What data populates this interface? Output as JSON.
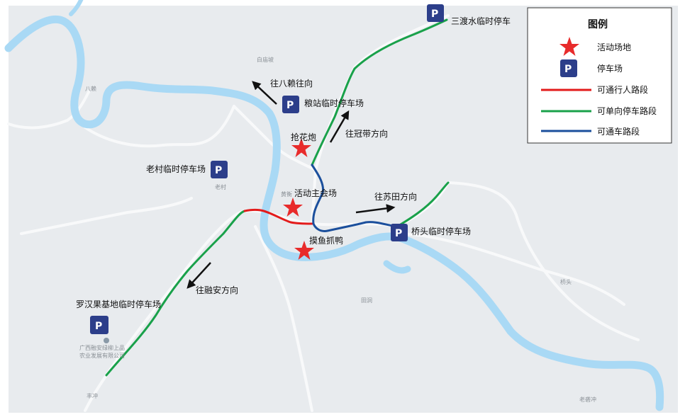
{
  "colors": {
    "land": "#e8ebee",
    "river": "#a9d9f5",
    "road": "#f7f8f9",
    "pedestrian_road": "#e31b1b",
    "one_way_parking_road": "#19a14a",
    "vehicle_road": "#1b4f9c",
    "star": "#e82b2b",
    "parking_sign": "#2c3e8a"
  },
  "icons": {
    "venue": "red-star-icon",
    "parking": "parking-p-icon",
    "direction": "black-arrow-icon"
  },
  "legend": {
    "title": "图例",
    "items": [
      {
        "label": "活动场地"
      },
      {
        "label": "停车场"
      },
      {
        "label": "可通行人路段"
      },
      {
        "label": "可单向停车路段"
      },
      {
        "label": "可通车路段"
      }
    ]
  },
  "parking": {
    "sanduhshui": "三渡水临时停车",
    "liangzhan": "粮站临时停车场",
    "laocun": "老村临时停车场",
    "qiaotou": "桥头临时停车场",
    "luohan": "罗汉果基地临时停车场"
  },
  "venues": {
    "qianghuapao": "抢花炮",
    "main": "活动主会场",
    "moyu": "摸鱼抓鸭"
  },
  "directions": {
    "balai": "往八赖往向",
    "guandai": "往冠带方向",
    "sutian": "往苏田方向",
    "rongan": "往融安方向"
  },
  "place_names": {
    "baimiao": "白庙坡",
    "balai": "八赖",
    "laocun": "老村",
    "huanghuang": "黄衡",
    "tiandong": "田洞",
    "qiaotou": "桥头",
    "laolongchong": "老砻冲",
    "fengchong": "丰冲",
    "company_line1": "广西融安绿柳上品",
    "company_line2": "农业发展有限公司"
  }
}
